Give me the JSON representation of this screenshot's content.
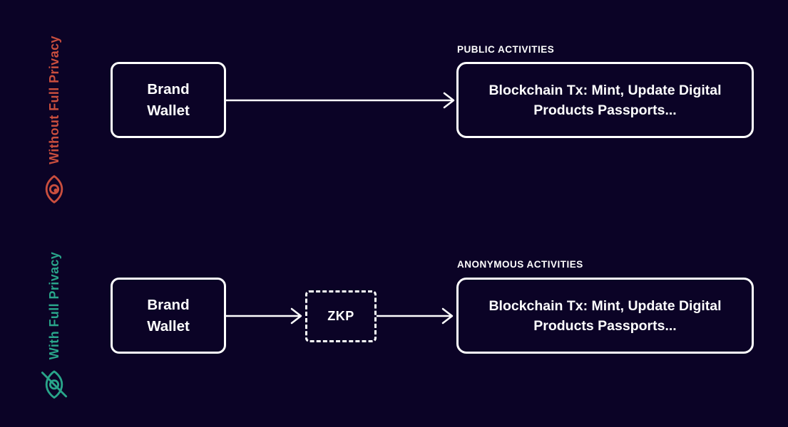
{
  "colors": {
    "background": "#0b0326",
    "box_border": "#ffffff",
    "text": "#ffffff",
    "without_accent": "#c94e3e",
    "with_accent": "#29a58a"
  },
  "row_without": {
    "side_label": "Without Full Privacy",
    "side_icon": "eye-icon",
    "activities_label": "PUBLIC ACTIVITIES",
    "wallet": {
      "line1": "Brand",
      "line2": "Wallet"
    },
    "target": {
      "line1": "Blockchain Tx: Mint, Update Digital",
      "line2": "Products Passports..."
    }
  },
  "row_with": {
    "side_label": "With Full Privacy",
    "side_icon": "eye-off-icon",
    "activities_label": "ANONYMOUS ACTIVITIES",
    "wallet": {
      "line1": "Brand",
      "line2": "Wallet"
    },
    "zkp_label": "ZKP",
    "target": {
      "line1": "Blockchain Tx: Mint, Update Digital",
      "line2": "Products Passports..."
    }
  }
}
